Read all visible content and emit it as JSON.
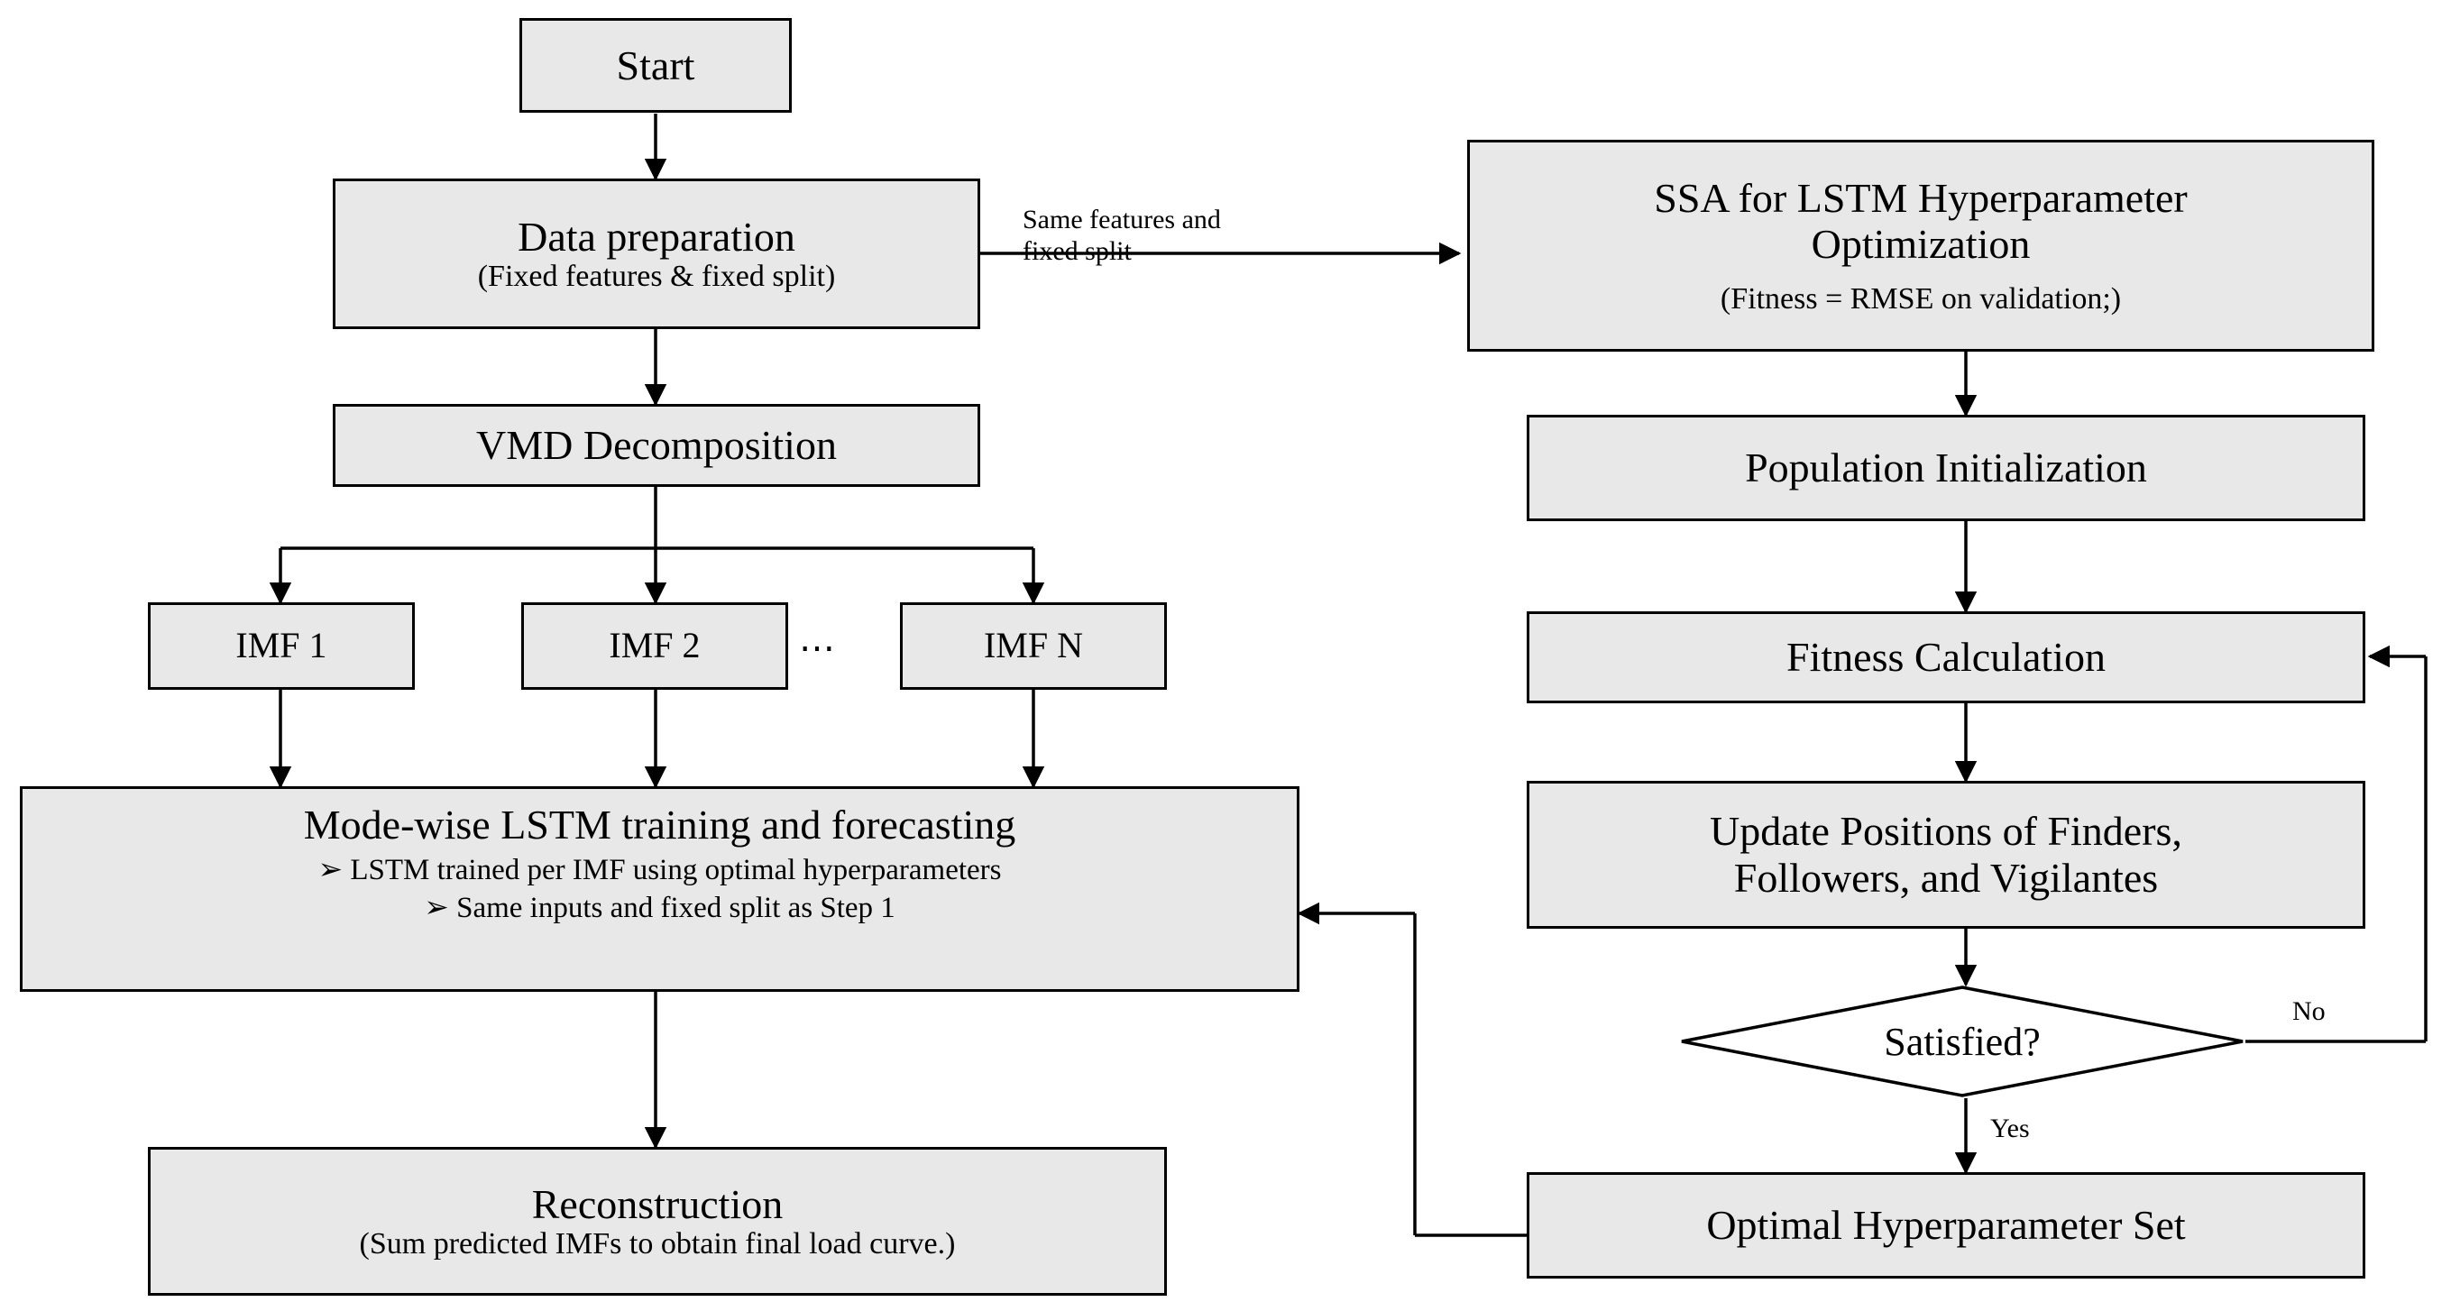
{
  "diagram": {
    "title": "VMD-SSA-LSTM load forecasting flowchart",
    "colors": {
      "node_fill": "#e8e8e8",
      "node_stroke": "#000000",
      "text": "#000000",
      "background": "#ffffff"
    },
    "nodes": {
      "start": {
        "label": "Start"
      },
      "data_preparation": {
        "label": "Data preparation",
        "sub": "(Fixed features & fixed split)"
      },
      "vmd": {
        "label": "VMD Decomposition"
      },
      "imf1": {
        "label": "IMF 1"
      },
      "imf2": {
        "label": "IMF 2"
      },
      "imfn": {
        "label": "IMF N"
      },
      "imf_ellipsis": {
        "label": "⋯"
      },
      "mode_wise": {
        "label": "Mode-wise LSTM training and forecasting",
        "bullet1": "➢  LSTM trained per IMF using optimal hyperparameters",
        "bullet2": "➢   Same inputs and fixed split as Step 1"
      },
      "reconstruction": {
        "label": "Reconstruction",
        "sub": "(Sum predicted IMFs to obtain final load curve.)"
      },
      "ssa": {
        "label_line1": "SSA for LSTM Hyperparameter",
        "label_line2": "Optimization",
        "sub": "(Fitness = RMSE on validation;)"
      },
      "population_init": {
        "label": "Population Initialization"
      },
      "fitness_calc": {
        "label": "Fitness Calculation"
      },
      "update_positions": {
        "label_line1": "Update Positions of Finders,",
        "label_line2": "Followers, and Vigilantes"
      },
      "satisfied": {
        "label": "Satisfied?"
      },
      "optimal_set": {
        "label": "Optimal Hyperparameter Set"
      }
    },
    "edge_labels": {
      "same_features_line1": "Same features and",
      "same_features_line2": "fixed split",
      "no": "No",
      "yes": "Yes"
    }
  }
}
